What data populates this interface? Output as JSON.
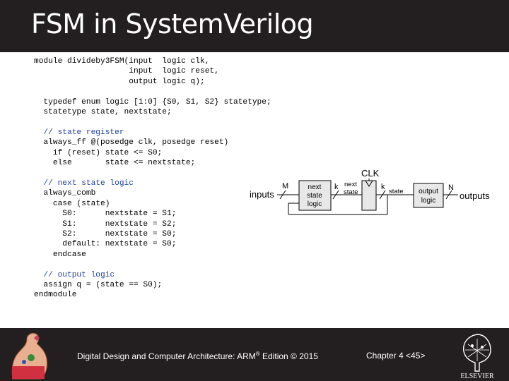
{
  "slide": {
    "title": "FSM in SystemVerilog"
  },
  "code": {
    "lines": [
      {
        "text": "module divideby3FSM(input  logic clk,",
        "comment": false
      },
      {
        "text": "                    input  logic reset,",
        "comment": false
      },
      {
        "text": "                    output logic q);",
        "comment": false
      },
      {
        "text": "",
        "comment": false
      },
      {
        "text": "  typedef enum logic [1:0] {S0, S1, S2} statetype;",
        "comment": false
      },
      {
        "text": "  statetype state, nextstate;",
        "comment": false
      },
      {
        "text": "",
        "comment": false
      },
      {
        "text": "  // state register",
        "comment": true
      },
      {
        "text": "  always_ff @(posedge clk, posedge reset)",
        "comment": false
      },
      {
        "text": "    if (reset) state <= S0;",
        "comment": false
      },
      {
        "text": "    else       state <= nextstate;",
        "comment": false
      },
      {
        "text": "",
        "comment": false
      },
      {
        "text": "  // next state logic",
        "comment": true
      },
      {
        "text": "  always_comb",
        "comment": false
      },
      {
        "text": "    case (state)",
        "comment": false
      },
      {
        "text": "      S0:      nextstate = S1;",
        "comment": false
      },
      {
        "text": "      S1:      nextstate = S2;",
        "comment": false
      },
      {
        "text": "      S2:      nextstate = S0;",
        "comment": false
      },
      {
        "text": "      default: nextstate = S0;",
        "comment": false
      },
      {
        "text": "    endcase",
        "comment": false
      },
      {
        "text": "",
        "comment": false
      },
      {
        "text": "  // output logic",
        "comment": true
      },
      {
        "text": "  assign q = (state == S0);",
        "comment": false
      },
      {
        "text": "endmodule",
        "comment": false
      }
    ]
  },
  "diagram": {
    "clk_label": "CLK",
    "inputs_label": "inputs",
    "m_label": "M",
    "next_state_logic": [
      "next",
      "state",
      "logic"
    ],
    "k_label_1": "k",
    "next_state_label": [
      "next",
      "state"
    ],
    "k_label_2": "k",
    "state_label": "state",
    "output_logic": [
      "output",
      "logic"
    ],
    "n_label": "N",
    "outputs_label": "outputs"
  },
  "footer": {
    "book_title": "Digital Design and Computer Architecture: ARM",
    "trademark": "®",
    "book_edition": " Edition © 2015",
    "chapter": "Chapter 4 <45>",
    "publisher_logo_text": "ELSEVIER"
  },
  "colors": {
    "title_bar": "#231f20",
    "comment_text": "#1f3f9f",
    "diagram_fill": "#e8e8e8"
  }
}
